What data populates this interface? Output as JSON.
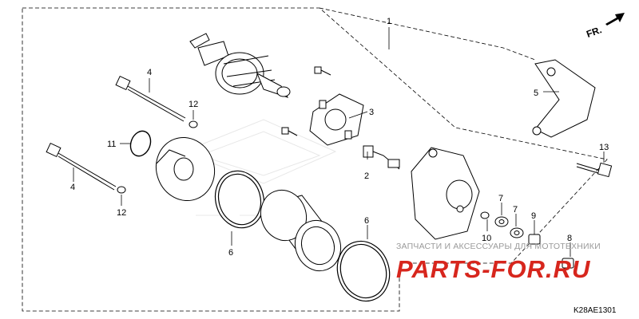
{
  "diagram": {
    "direction_label": "FR.",
    "callouts": [
      {
        "id": "c1",
        "text": "1"
      },
      {
        "id": "c2",
        "text": "2"
      },
      {
        "id": "c3",
        "text": "3"
      },
      {
        "id": "c4a",
        "text": "4"
      },
      {
        "id": "c4b",
        "text": "4"
      },
      {
        "id": "c5",
        "text": "5"
      },
      {
        "id": "c6a",
        "text": "6"
      },
      {
        "id": "c6b",
        "text": "6"
      },
      {
        "id": "c7a",
        "text": "7"
      },
      {
        "id": "c7b",
        "text": "7"
      },
      {
        "id": "c8",
        "text": "8"
      },
      {
        "id": "c9",
        "text": "9"
      },
      {
        "id": "c10",
        "text": "10"
      },
      {
        "id": "c11",
        "text": "11"
      },
      {
        "id": "c12a",
        "text": "12"
      },
      {
        "id": "c12b",
        "text": "12"
      },
      {
        "id": "c13",
        "text": "13"
      }
    ],
    "diagram_code": "K28AE1301"
  },
  "watermark": {
    "tagline": "ЗАПЧАСТИ И АКСЕССУАРЫ ДЛЯ МОТОТЕХНИКИ",
    "brand": "PARTS-FOR.RU",
    "brand_color": "#d7261d"
  }
}
